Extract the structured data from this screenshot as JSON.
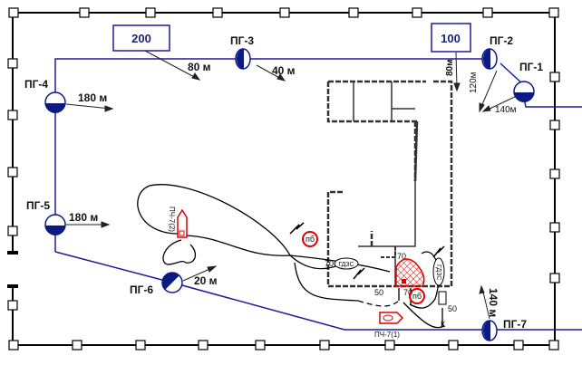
{
  "colors": {
    "water_main": "#1a1aa0",
    "fence": "#000000",
    "fire": "#e00000",
    "hydrant": "#0a1a80"
  },
  "water_boxes": [
    {
      "label": "200"
    },
    {
      "label": "100"
    }
  ],
  "hydrants": [
    {
      "label": "ПГ-1",
      "distance": "140м"
    },
    {
      "label": "ПГ-2",
      "distance": "120м"
    },
    {
      "label": "ПГ-3",
      "distance": "40 м"
    },
    {
      "label": "ПГ-4",
      "distance": "180 м"
    },
    {
      "label": "ПГ-5",
      "distance": "180 м"
    },
    {
      "label": "ПГ-6",
      "distance": "20 м"
    },
    {
      "label": "ПГ-7",
      "distance": "140 м"
    }
  ],
  "distances": {
    "box200": "80 м",
    "box100": "80м"
  },
  "units": {
    "pch7_1": "ПЧ-7(1)",
    "pch7_2": "ПЧ-7(2)"
  },
  "markers": {
    "pb": "пб",
    "gdzs": "ГДЗС",
    "k": "К"
  },
  "hose_labels": [
    "70",
    "70",
    "70",
    "50",
    "50"
  ]
}
